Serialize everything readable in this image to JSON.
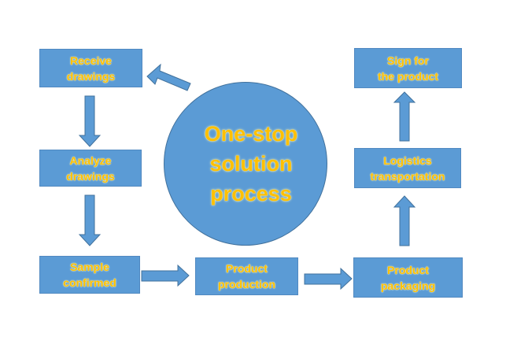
{
  "center": {
    "label": "One-stop\nsolution\nprocess"
  },
  "steps": [
    {
      "id": "receive",
      "label": "Receive\ndrawings"
    },
    {
      "id": "analyze",
      "label": "Analyze\ndrawings"
    },
    {
      "id": "sample",
      "label": "Sample\nconfirmed"
    },
    {
      "id": "production",
      "label": "Product\nproduction"
    },
    {
      "id": "packaging",
      "label": "Product\npackaging"
    },
    {
      "id": "logistics",
      "label": "Logistics\ntransportation"
    },
    {
      "id": "sign",
      "label": "Sign for\nthe product"
    }
  ],
  "colors": {
    "box_fill": "#5b9bd5",
    "text": "#ffc000",
    "arrow_stroke": "#41719c"
  }
}
